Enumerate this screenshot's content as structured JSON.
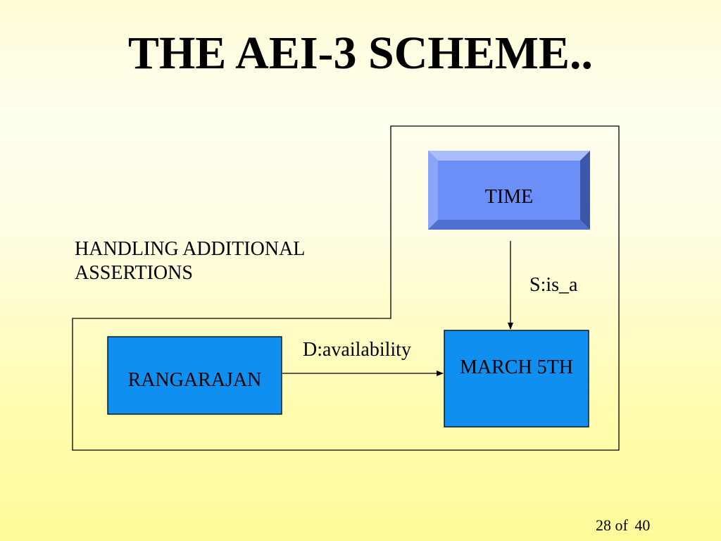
{
  "slide": {
    "title": "THE AEI-3 SCHEME..",
    "caption_line1": "HANDLING ADDITIONAL",
    "caption_line2": "ASSERTIONS",
    "page_current": "28",
    "page_of": "of",
    "page_total": "40"
  },
  "diagram": {
    "nodes": {
      "time": {
        "label": "TIME",
        "fill": "#6b8ff7",
        "style": "beveled"
      },
      "march": {
        "label": "MARCH 5TH",
        "fill": "#0f8ff0"
      },
      "rangarajan": {
        "label": "RANGARAJAN",
        "fill": "#0f8ff0"
      }
    },
    "edges": {
      "is_a": {
        "from": "time",
        "to": "march",
        "label": "S:is_a"
      },
      "availability": {
        "from": "rangarajan",
        "to": "march",
        "label": "D:availability"
      }
    }
  }
}
